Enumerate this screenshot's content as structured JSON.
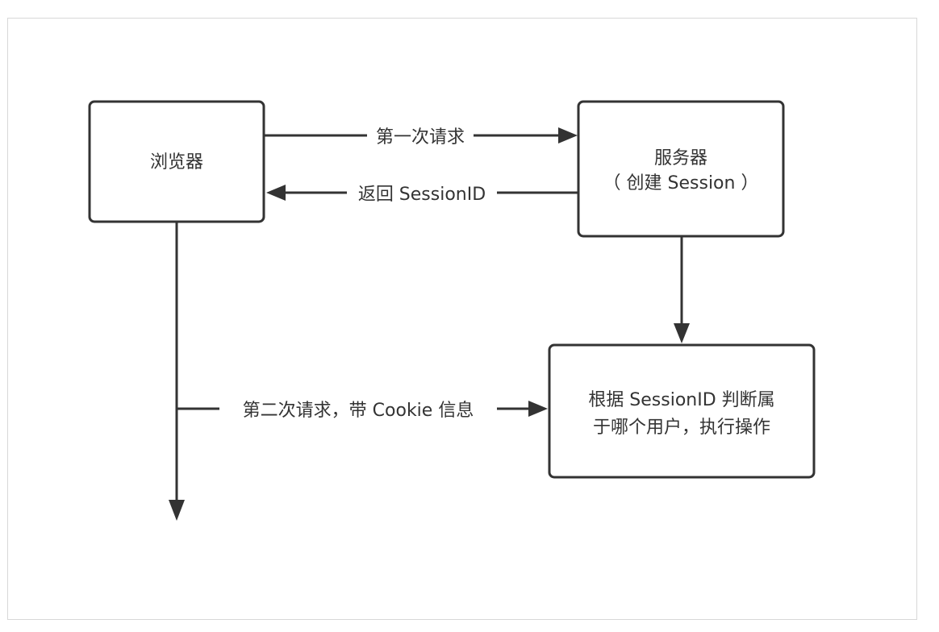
{
  "nodes": {
    "browser": {
      "label": "浏览器"
    },
    "server": {
      "line1": "服务器",
      "line2": "（ 创建 Session ）"
    },
    "identify": {
      "line1": "根据 SessionID 判断属",
      "line2": "于哪个用户，执行操作"
    }
  },
  "edges": {
    "first_request": {
      "label": "第一次请求"
    },
    "return_session": {
      "label": "返回 SessionID"
    },
    "second_request": {
      "label": "第二次请求，带 Cookie 信息"
    }
  },
  "colors": {
    "stroke": "#333333",
    "frame_border": "#d8d8d8",
    "background": "#ffffff"
  }
}
